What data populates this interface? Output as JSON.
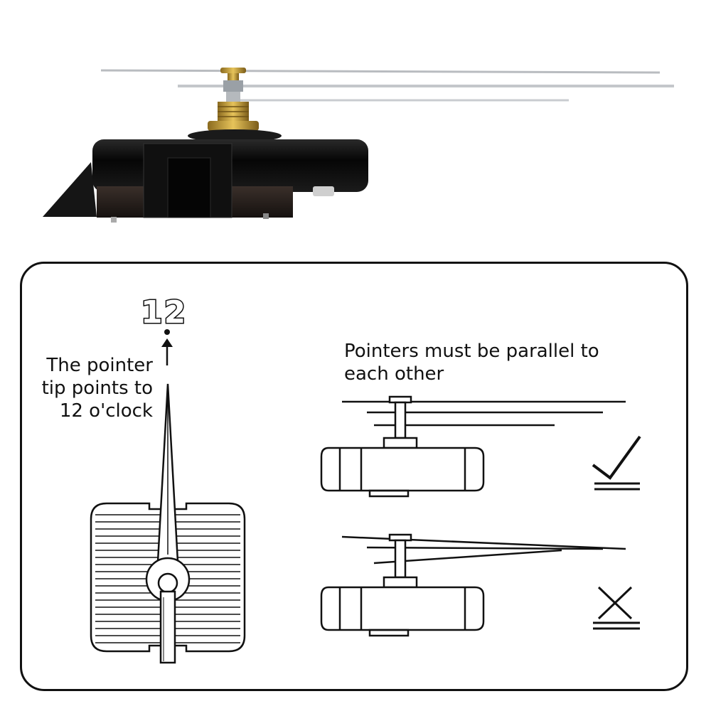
{
  "instructions": {
    "hour_mark": "12",
    "tip_note": [
      "The pointer",
      "tip points to",
      "12 o'clock"
    ],
    "parallel_note": [
      "Pointers must be parallel to",
      "each other"
    ]
  },
  "icons": {
    "correct": "check-mark-icon",
    "wrong": "cross-mark-icon"
  },
  "colors": {
    "line": "#111111",
    "movement_body": "#0d0d0d",
    "brass": "#c9a23a",
    "hand_silver": "#c9ccd0"
  }
}
